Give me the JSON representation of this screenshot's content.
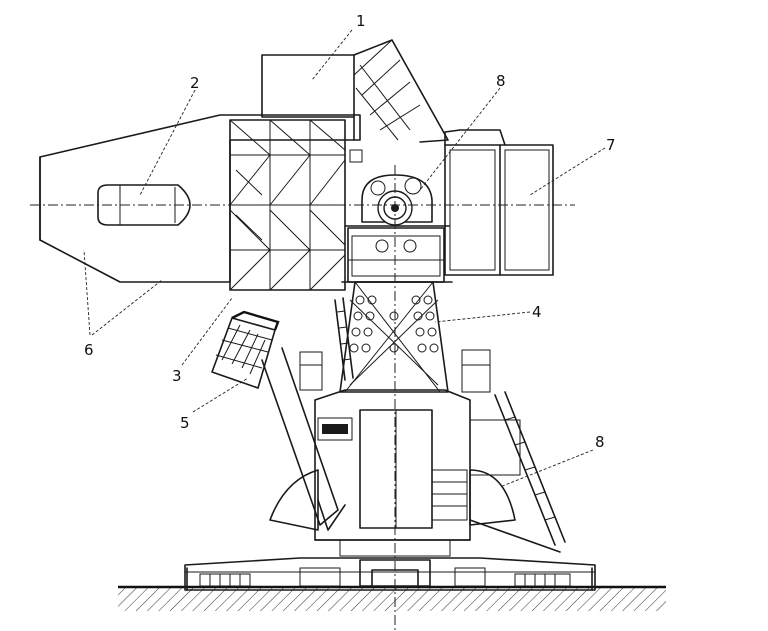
{
  "labels": [
    {
      "id": "1",
      "text": "1"
    },
    {
      "id": "2",
      "text": "2"
    },
    {
      "id": "3",
      "text": "3"
    },
    {
      "id": "4",
      "text": "4"
    },
    {
      "id": "5",
      "text": "5"
    },
    {
      "id": "6",
      "text": "6"
    },
    {
      "id": "7",
      "text": "7"
    },
    {
      "id": "8a",
      "text": "8"
    },
    {
      "id": "8b",
      "text": "8"
    }
  ]
}
